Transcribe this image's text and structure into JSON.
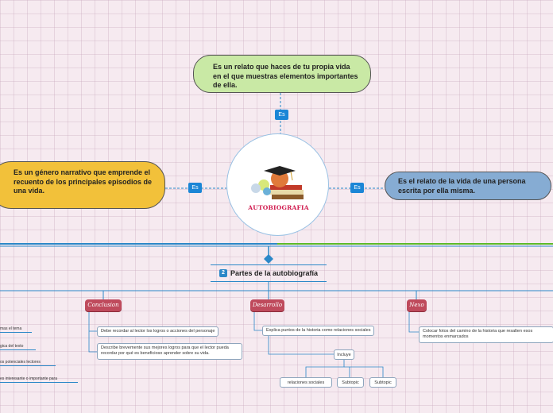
{
  "center": {
    "title": "AUTOBIOGRAFIA"
  },
  "connector_label": "Es",
  "definitions": {
    "top": "Es un relato que haces de tu propia vida en el que muestras elementos importantes de ella.",
    "left": "Es un género narrativo que emprende el recuento de los principales episodios de una vida.",
    "right": "Es el relato de la vida de una persona escrita por ella misma."
  },
  "parts": {
    "number": "2",
    "label": "Partes de la autobiografía"
  },
  "branches": {
    "conclusion": {
      "label": "Conclusion",
      "items": [
        "Debe recordar al lector los logros o acciones del personaje",
        "Describe brevemente sus mejores logros para que el lector pueda recordar por qué es beneficioso aprender sobre su vida."
      ]
    },
    "desarrollo": {
      "label": "Desarrollo",
      "item": "Explica puntos de la historia como relaciones sociales",
      "includes_label": "Incluye",
      "subs": [
        "relaciones sociales",
        "Subtopic",
        "Subtopic"
      ]
    },
    "nexo": {
      "label": "Nexo",
      "item": "Colocar fotos del camino de la historia que resalten esos momentos enmarcados"
    }
  },
  "left_cut_items": [
    "mas el tema",
    "gica del texto",
    "os potenciales lectores",
    "es interesante o importante para"
  ]
}
